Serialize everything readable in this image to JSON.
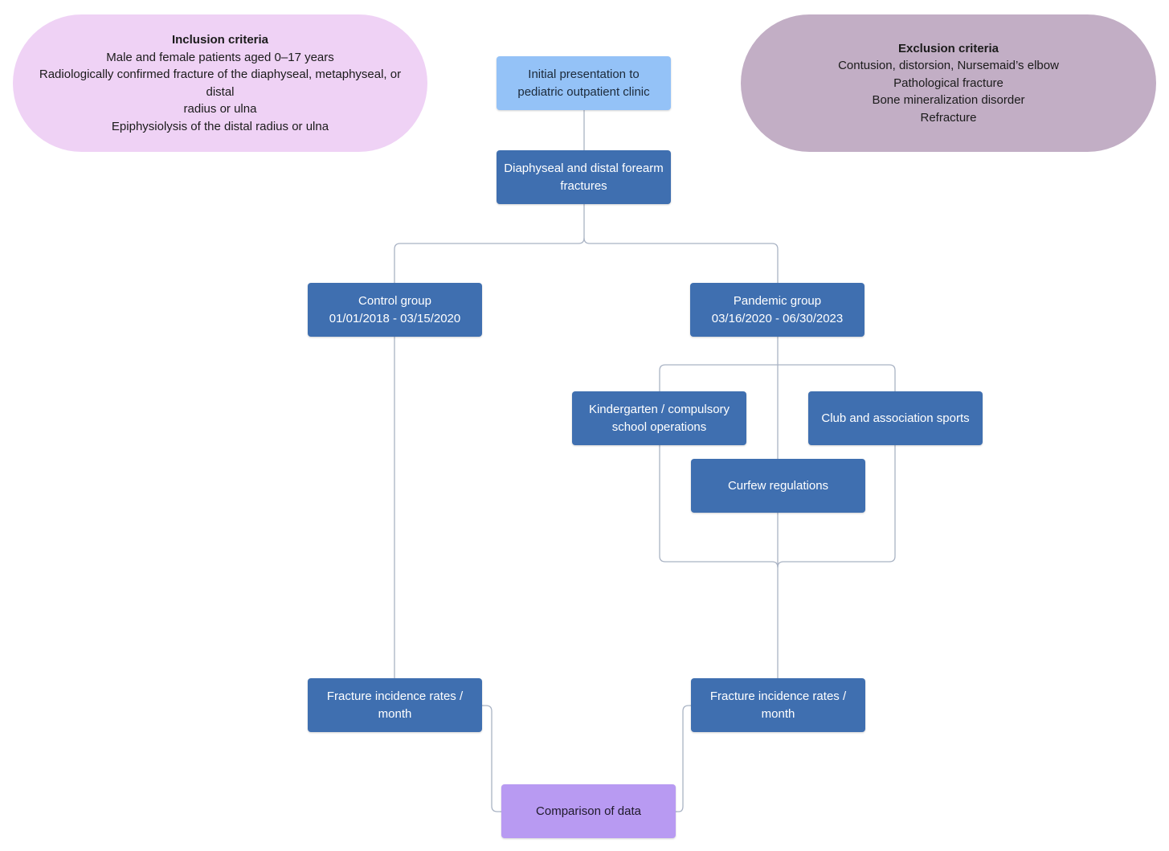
{
  "inclusion": {
    "title": "Inclusion criteria",
    "lines": [
      "Male and female patients aged 0–17 years",
      "Radiologically confirmed fracture of the diaphyseal, metaphyseal, or distal",
      "radius or ulna",
      "Epiphysiolysis of the distal radius or ulna"
    ]
  },
  "exclusion": {
    "title": "Exclusion criteria",
    "lines": [
      "Contusion, distorsion, Nursemaid’s elbow",
      "Pathological fracture",
      "Bone mineralization disorder",
      "Refracture"
    ]
  },
  "nodes": {
    "initial": [
      "Initial presentation to",
      "pediatric outpatient clinic"
    ],
    "fractures": [
      "Diaphyseal and distal forearm",
      "fractures"
    ],
    "control": [
      "Control group",
      "01/01/2018 - 03/15/2020"
    ],
    "pandemic": [
      "Pandemic group",
      "03/16/2020 - 06/30/2023"
    ],
    "kindergarten": [
      "Kindergarten / compulsory",
      "school operations"
    ],
    "club": [
      "Club and association sports"
    ],
    "curfew": [
      "Curfew regulations"
    ],
    "control_rates": [
      "Fracture incidence rates /",
      "month"
    ],
    "pandemic_rates": [
      "Fracture incidence rates /",
      "month"
    ],
    "comparison": [
      "Comparison of data"
    ]
  },
  "colors": {
    "box_blue": "#3f6fb0",
    "box_light_blue": "#94c2f7",
    "box_purple": "#b89af2",
    "inclusion_fill": "#efd2f5",
    "exclusion_fill": "#c2aec5",
    "connector": "#a9b3c4"
  }
}
